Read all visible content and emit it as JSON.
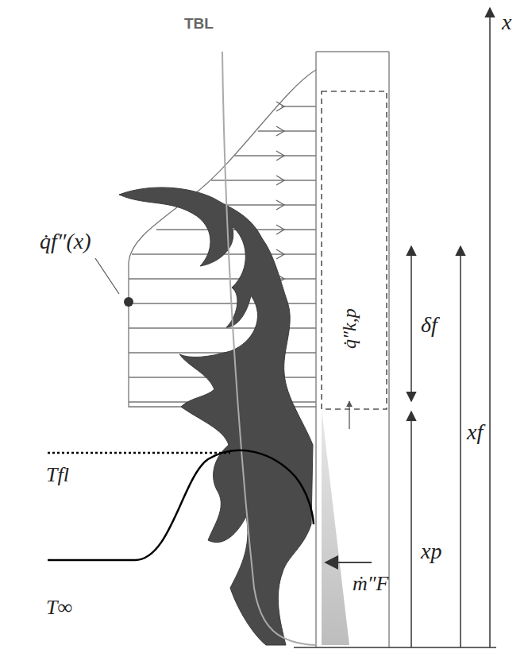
{
  "diagram": {
    "labels": [
      "x",
      "TBL",
      "q̇f″(x)",
      "δf",
      "xf",
      "q̇″k,p",
      "Tfl",
      "xp",
      "ṁ″F",
      "T∞"
    ]
  }
}
